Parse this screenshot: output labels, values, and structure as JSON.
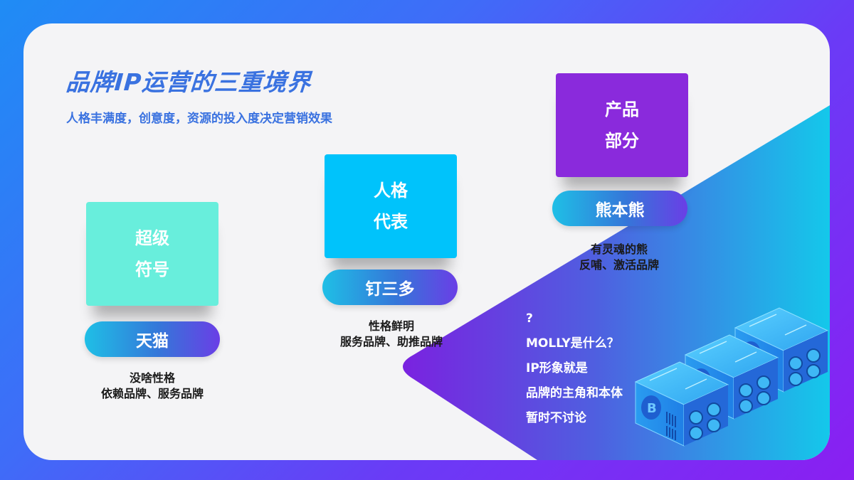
{
  "slide": {
    "title": "品牌IP运营的三重境界",
    "subtitle": "人格丰满度，创意度，资源的投入度决定营销效果",
    "colors": {
      "background_start": "#1f8cf5",
      "background_end": "#8a1ff2",
      "card": "#f4f4f6",
      "title": "#3a72e0",
      "tier1_box": "#68eedc",
      "tier2_box": "#00c3fb",
      "tier3_box": "#8a2adc",
      "pill_start": "#1fbfe6",
      "pill_end": "#6a3ee6"
    }
  },
  "tiers": [
    {
      "box_line1": "超级",
      "box_line2": "符号",
      "brand": "天猫",
      "desc_line1": "没啥性格",
      "desc_line2": "依赖品牌、服务品牌"
    },
    {
      "box_line1": "人格",
      "box_line2": "代表",
      "brand": "钉三多",
      "desc_line1": "性格鲜明",
      "desc_line2": "服务品牌、助推品牌"
    },
    {
      "box_line1": "产品",
      "box_line2": "部分",
      "brand": "熊本熊",
      "desc_line1": "有灵魂的熊",
      "desc_line2": "反哺、激活品牌"
    }
  ],
  "side_note": {
    "lines": [
      "?",
      "MOLLY是什么？",
      "IP形象就是",
      "品牌的主角和本体",
      "暂时不讨论"
    ]
  },
  "illustration": {
    "icon": "bitcoin-miner-icon",
    "count": 3
  }
}
